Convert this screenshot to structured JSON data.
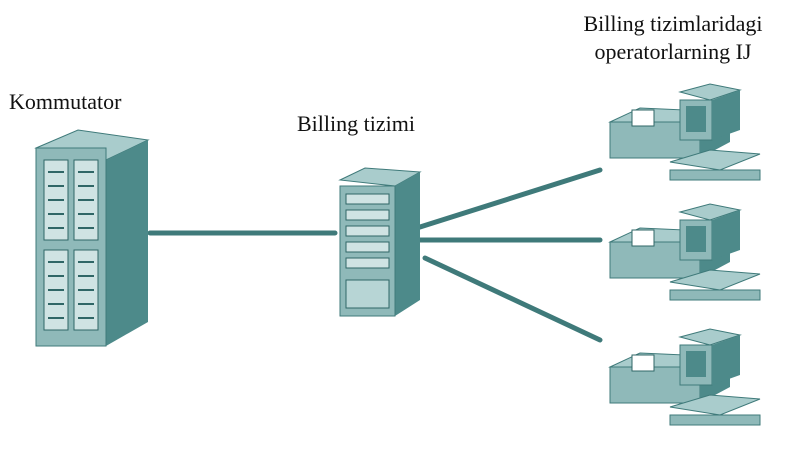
{
  "labels": {
    "kommutator": "Kommutator",
    "billing_system": "Billing tizimi",
    "operators_line1": "Billing tizimlaridagi",
    "operators_line2": "operatorlarning IJ"
  },
  "colors": {
    "line": "#3f7a7a",
    "device_dark": "#4d8a8a",
    "device_mid": "#8fb9b9",
    "device_light": "#cfe3e3"
  },
  "icons": {
    "switch": "switch-rack-icon",
    "server": "server-tower-icon",
    "workstation": "workstation-icon"
  }
}
